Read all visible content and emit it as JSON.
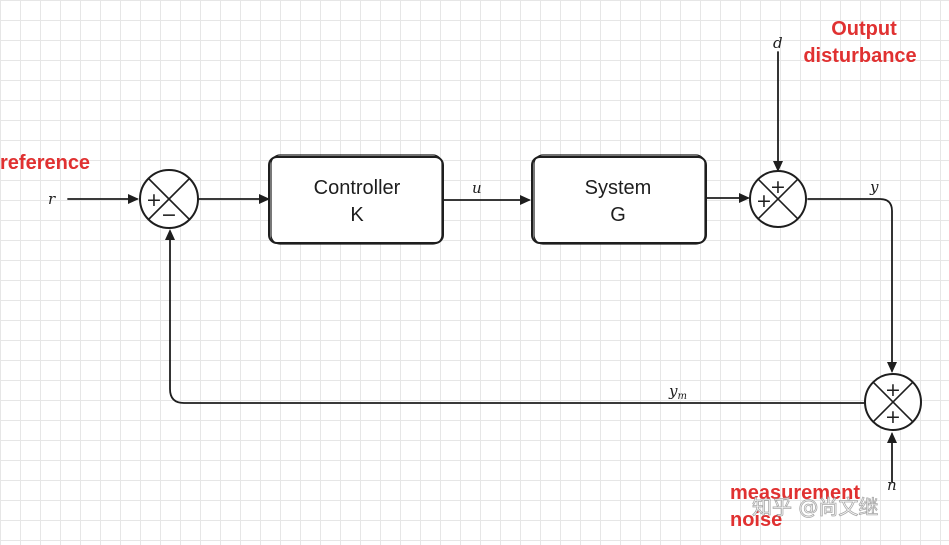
{
  "blocks": {
    "controller": {
      "line1": "Controller",
      "line2": "K"
    },
    "system": {
      "line1": "System",
      "line2": "G"
    }
  },
  "signals": {
    "reference": "r",
    "control": "u",
    "disturbance": "d",
    "output": "y",
    "measured_base": "y",
    "measured_sub": "m",
    "noise": "n"
  },
  "junctions": {
    "sum1": {
      "left": "+",
      "bottom": "−"
    },
    "sum2": {
      "top": "+",
      "left": "+"
    },
    "sum3": {
      "top": "+",
      "bottom": "+"
    }
  },
  "annotations": {
    "reference": "reference",
    "output_disturbance_1": "Output",
    "output_disturbance_2": "disturbance",
    "measurement_noise_1": "measurement",
    "measurement_noise_2": "noise"
  },
  "watermark": "知乎 @尚文继",
  "colors": {
    "annotation": "#e03131",
    "stroke": "#1e1e1e",
    "grid": "#e6e6e6"
  }
}
